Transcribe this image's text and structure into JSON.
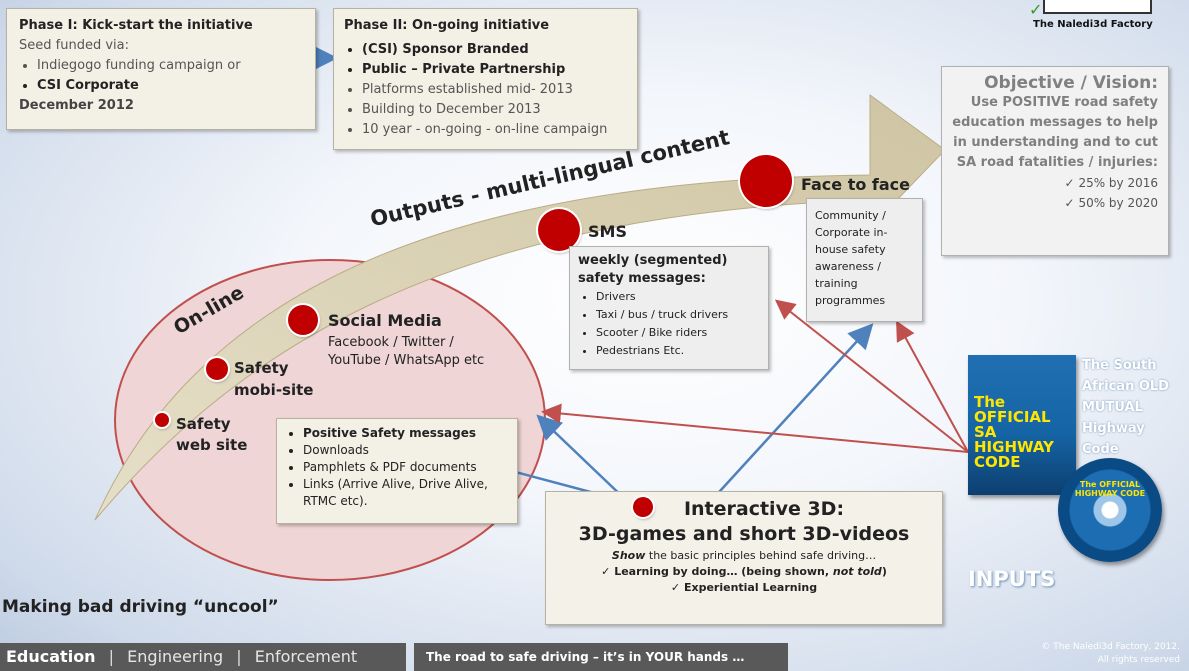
{
  "phase1": {
    "title": "Phase I: Kick-start the initiative",
    "line1": "Seed funded via:",
    "items": [
      "Indiegogo funding campaign or",
      "CSI Corporate"
    ],
    "date": "December 2012"
  },
  "phase2": {
    "title": "Phase II: On-going initiative",
    "items": [
      "(CSI) Sponsor Branded",
      "Public – Private Partnership",
      "Platforms established mid- 2013",
      "Building to December 2013",
      "10 year - on-going - on-line campaign"
    ]
  },
  "logo": {
    "text": "The Naledi3d Factory"
  },
  "objective": {
    "title": "Objective / Vision:",
    "body": "Use POSITIVE road safety education messages to help in understanding and to cut SA road fatalities / injuries:",
    "targets": [
      "25% by 2016",
      "50% by 2020"
    ],
    "check": "✓"
  },
  "arrow_text": {
    "outputs": "Outputs  -  multi-lingual content",
    "online": "On-line"
  },
  "face_to_face": {
    "label": "Face to face",
    "body": "Community / Corporate in-house safety awareness / training programmes"
  },
  "sms": {
    "label": "SMS",
    "title": "weekly (segmented) safety messages:",
    "items": [
      "Drivers",
      "Taxi / bus / truck drivers",
      "Scooter / Bike riders",
      "Pedestrians  Etc."
    ]
  },
  "social": {
    "label": "Social Media",
    "sub": "Facebook / Twitter / YouTube / WhatsApp etc"
  },
  "mobi": {
    "label": "Safety mobi-site"
  },
  "web": {
    "label": "Safety web site"
  },
  "web_box": {
    "items": [
      "Positive Safety messages",
      "Downloads",
      "Pamphlets & PDF documents",
      "Links (Arrive Alive, Drive Alive, RTMC etc)."
    ]
  },
  "interactive": {
    "title": "Interactive 3D:",
    "subtitle": "3D-games and short 3D-videos",
    "line1_em": "Show",
    "line1_rest": " the basic principles behind safe driving…",
    "line2a": "Learning by doing… (being shown, ",
    "line2_em": "not told",
    "line2b": ")",
    "line3": "Experiential Learning"
  },
  "highway": {
    "label": "The South African OLD MUTUAL Highway Code",
    "book_title": "The OFFICIAL SA HIGHWAY CODE",
    "cd_title": "The OFFICIAL HIGHWAY CODE"
  },
  "inputs": "INPUTS",
  "uncool": "Making bad driving “uncool”",
  "footer": {
    "e1": "Education",
    "sep": "|",
    "e2": "Engineering",
    "e3": "Enforcement",
    "slogan": "The road to safe driving – it’s in YOUR hands …",
    "copyright": "© The Naledi3d Factory, 2012. All rights reserved"
  },
  "colors": {
    "dot": "#c00000",
    "blue_arrow": "#4f81bd",
    "red_arrow": "#c0504d",
    "footer_bg": "#595959"
  }
}
